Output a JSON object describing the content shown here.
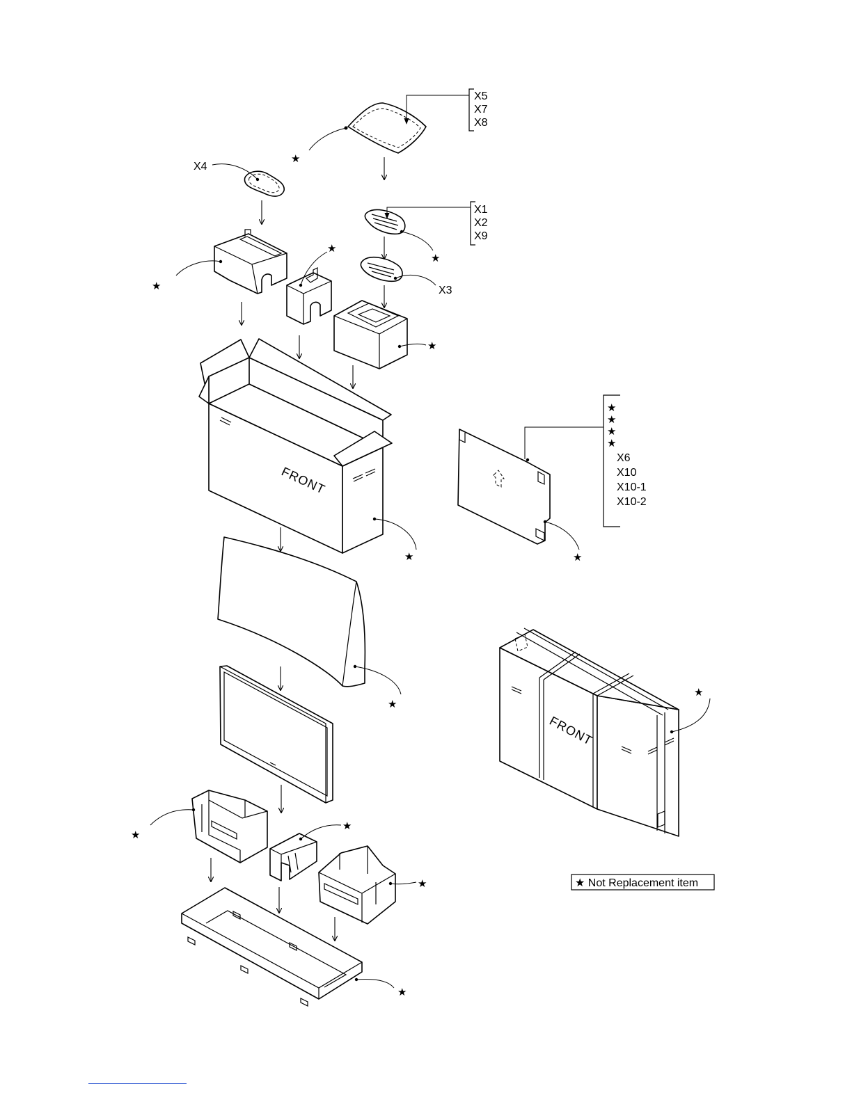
{
  "labels": {
    "x5": "X5",
    "x7": "X7",
    "x8": "X8",
    "x4": "X4",
    "x1": "X1",
    "x2": "X2",
    "x9": "X9",
    "x3": "X3",
    "x6": "X6",
    "x10": "X10",
    "x10_1": "X10-1",
    "x10_2": "X10-2",
    "front_open_box": "FRONT",
    "front_packed_box": "FRONT"
  },
  "star_symbol": "★",
  "legend": {
    "text": "★ Not Replacement item"
  },
  "icons": {
    "star": "star-icon",
    "arrow": "down-arrow-icon"
  }
}
